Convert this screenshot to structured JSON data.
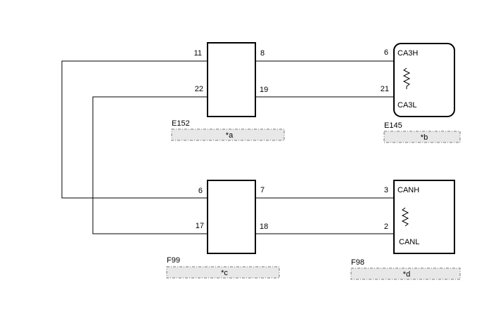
{
  "connectors": {
    "e152": {
      "code": "E152",
      "label": "*a",
      "pins": {
        "left_top": "11",
        "left_bottom": "22",
        "right_top": "8",
        "right_bottom": "19"
      }
    },
    "e145": {
      "code": "E145",
      "label": "*b",
      "pins": {
        "top": "6",
        "bottom": "21"
      },
      "signals": {
        "high": "CA3H",
        "low": "CA3L"
      }
    },
    "f99": {
      "code": "F99",
      "label": "*c",
      "pins": {
        "left_top": "6",
        "left_bottom": "17",
        "right_top": "7",
        "right_bottom": "18"
      }
    },
    "f98": {
      "code": "F98",
      "label": "*d",
      "pins": {
        "top": "3",
        "bottom": "2"
      },
      "signals": {
        "high": "CANH",
        "low": "CANL"
      }
    }
  }
}
